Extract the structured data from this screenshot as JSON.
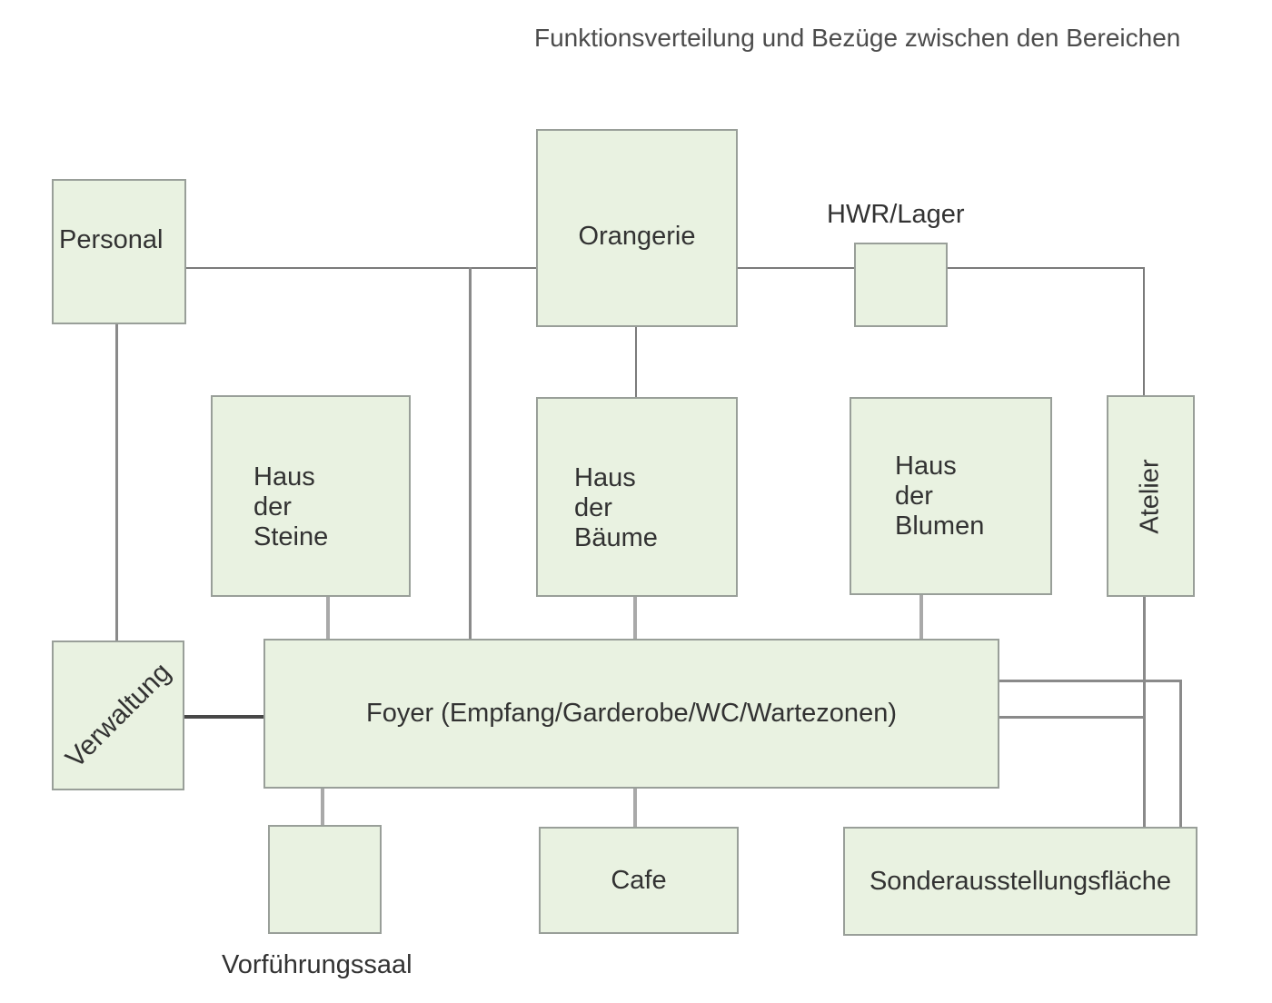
{
  "title": "Funktionsverteilung und Bezüge zwischen den Bereichen",
  "nodes": {
    "personal": {
      "label": "Personal"
    },
    "orangerie": {
      "label": "Orangerie"
    },
    "hwr_lager": {
      "label": "HWR/Lager"
    },
    "haus_der_steine": {
      "label": "Haus\nder\nSteine"
    },
    "haus_der_baeume": {
      "label": "Haus\nder\nBäume"
    },
    "haus_der_blumen": {
      "label": "Haus\nder\nBlumen"
    },
    "atelier": {
      "label": "Atelier"
    },
    "verwaltung": {
      "label": "Verwaltung"
    },
    "foyer": {
      "label": "Foyer (Empfang/Garderobe/WC/Wartezonen)"
    },
    "vorfuehrungssaal": {
      "label": "Vorführungssaal"
    },
    "cafe": {
      "label": "Cafe"
    },
    "sonderausstellungsflaeche": {
      "label": "Sonderausstellungsfläche"
    }
  },
  "colors": {
    "box_fill": "#e9f2e1",
    "box_border": "#999f99",
    "line": "#7b7b7b",
    "line_medium": "#8a8a8a",
    "line_light": "#a9a9a9",
    "line_dark": "#474747",
    "text": "#323232",
    "title_text": "#4c4c4c"
  }
}
